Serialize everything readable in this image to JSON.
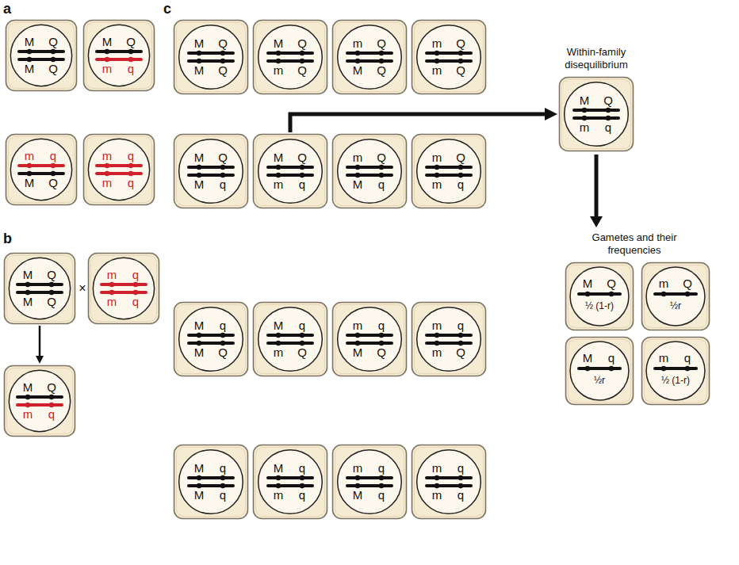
{
  "diagram": {
    "nodes": [
      {
        "text": [
          "M",
          "Q",
          "M",
          "Q"
        ]
      },
      {
        "text": [
          "M",
          "Q",
          "m",
          "q"
        ]
      },
      {
        "text": [
          "m",
          "q",
          "M",
          "Q"
        ]
      },
      {
        "text": [
          "m",
          "q",
          "m",
          "q"
        ]
      },
      {
        "text": [
          "M",
          "Q",
          "M",
          "Q"
        ]
      },
      {
        "text": [
          "m",
          "q",
          "m",
          "q"
        ]
      },
      {
        "text": [
          "M",
          "Q",
          "m",
          "q"
        ]
      },
      {
        "text": [
          "M",
          "Q",
          "M",
          "Q"
        ]
      },
      {
        "text": [
          "M",
          "Q",
          "m",
          "Q"
        ]
      },
      {
        "text": [
          "m",
          "Q",
          "M",
          "Q"
        ]
      },
      {
        "text": [
          "m",
          "Q",
          "m",
          "Q"
        ]
      },
      {
        "text": [
          "M",
          "Q",
          "M",
          "q"
        ]
      },
      {
        "text": [
          "M",
          "Q",
          "m",
          "q"
        ]
      },
      {
        "text": [
          "m",
          "Q",
          "M",
          "q"
        ]
      },
      {
        "text": [
          "m",
          "Q",
          "m",
          "q"
        ]
      },
      {
        "text": [
          "M",
          "q",
          "M",
          "Q"
        ]
      },
      {
        "text": [
          "M",
          "q",
          "m",
          "Q"
        ]
      },
      {
        "text": [
          "m",
          "q",
          "M",
          "Q"
        ]
      },
      {
        "text": [
          "m",
          "q",
          "m",
          "Q"
        ]
      },
      {
        "text": [
          "M",
          "q",
          "M",
          "q"
        ]
      },
      {
        "text": [
          "M",
          "q",
          "m",
          "q"
        ]
      },
      {
        "text": [
          "m",
          "q",
          "M",
          "q"
        ]
      },
      {
        "text": [
          "m",
          "q",
          "m",
          "q"
        ]
      },
      {
        "text": [
          "Within-family disequilibrium",
          "M",
          "Q",
          "m",
          "q"
        ]
      },
      {
        "text": [
          "M",
          "Q",
          "½ (1-r)"
        ]
      },
      {
        "text": [
          "m",
          "Q",
          "½r"
        ]
      },
      {
        "text": [
          "M",
          "q",
          "½r"
        ]
      },
      {
        "text": [
          "m",
          "q",
          "½ (1-r)"
        ]
      }
    ],
    "edges": [
      {
        "from": 4,
        "to": 6,
        "arrow": "to"
      },
      {
        "from": 12,
        "to": 23,
        "arrow": "to"
      }
    ],
    "labels": [
      "a",
      "b",
      "c",
      "×",
      "Gametes and their frequencies"
    ]
  }
}
